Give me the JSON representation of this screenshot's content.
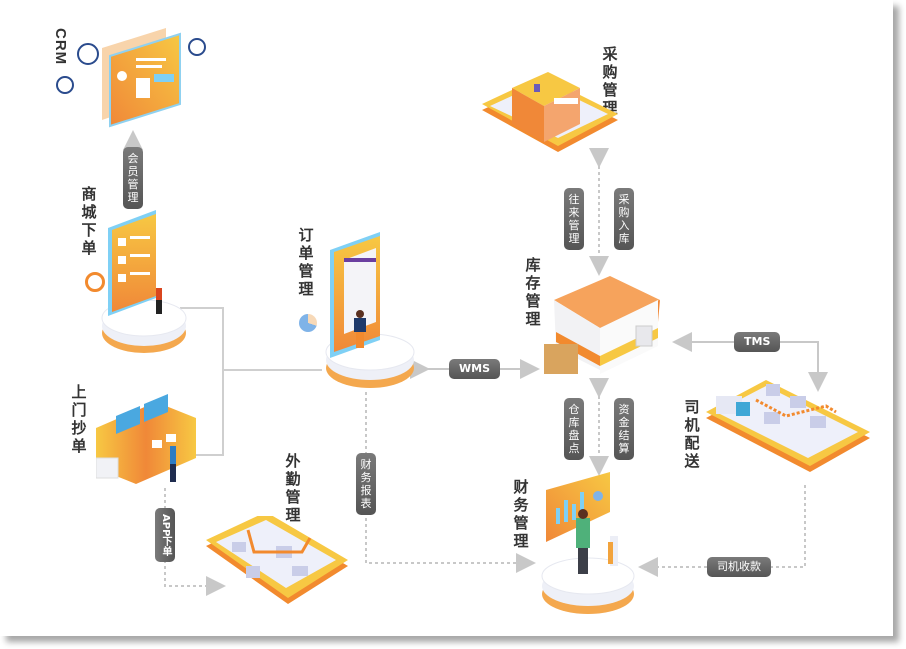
{
  "nodes": {
    "crm": {
      "label": "CRM"
    },
    "mall_order": {
      "label": "商城下单"
    },
    "onsite_order": {
      "label": "上门抄单"
    },
    "field_mgmt": {
      "label": "外勤管理"
    },
    "order_mgmt": {
      "label": "订单管理"
    },
    "purchase_mgmt": {
      "label": "采购管理"
    },
    "inventory_mgmt": {
      "label": "库存管理"
    },
    "driver_delivery": {
      "label": "司机配送"
    },
    "finance_mgmt": {
      "label": "财务管理"
    }
  },
  "connectors": {
    "member_mgmt": "会员管理",
    "app_order": "APP下单",
    "finance_report": "财务报表",
    "wms": "WMS",
    "tms": "TMS",
    "account_mgmt": "往来管理",
    "purchase_inbound": "采购入库",
    "stock_check": "仓库盘点",
    "fund_settlement": "资金结算",
    "driver_collection": "司机收款"
  },
  "colors": {
    "accent_orange": "#f28a2e",
    "accent_yellow": "#f7c843",
    "accent_blue": "#5bb8e8",
    "connector_gray": "#c8c8c8",
    "tag_gray": "#666666"
  }
}
